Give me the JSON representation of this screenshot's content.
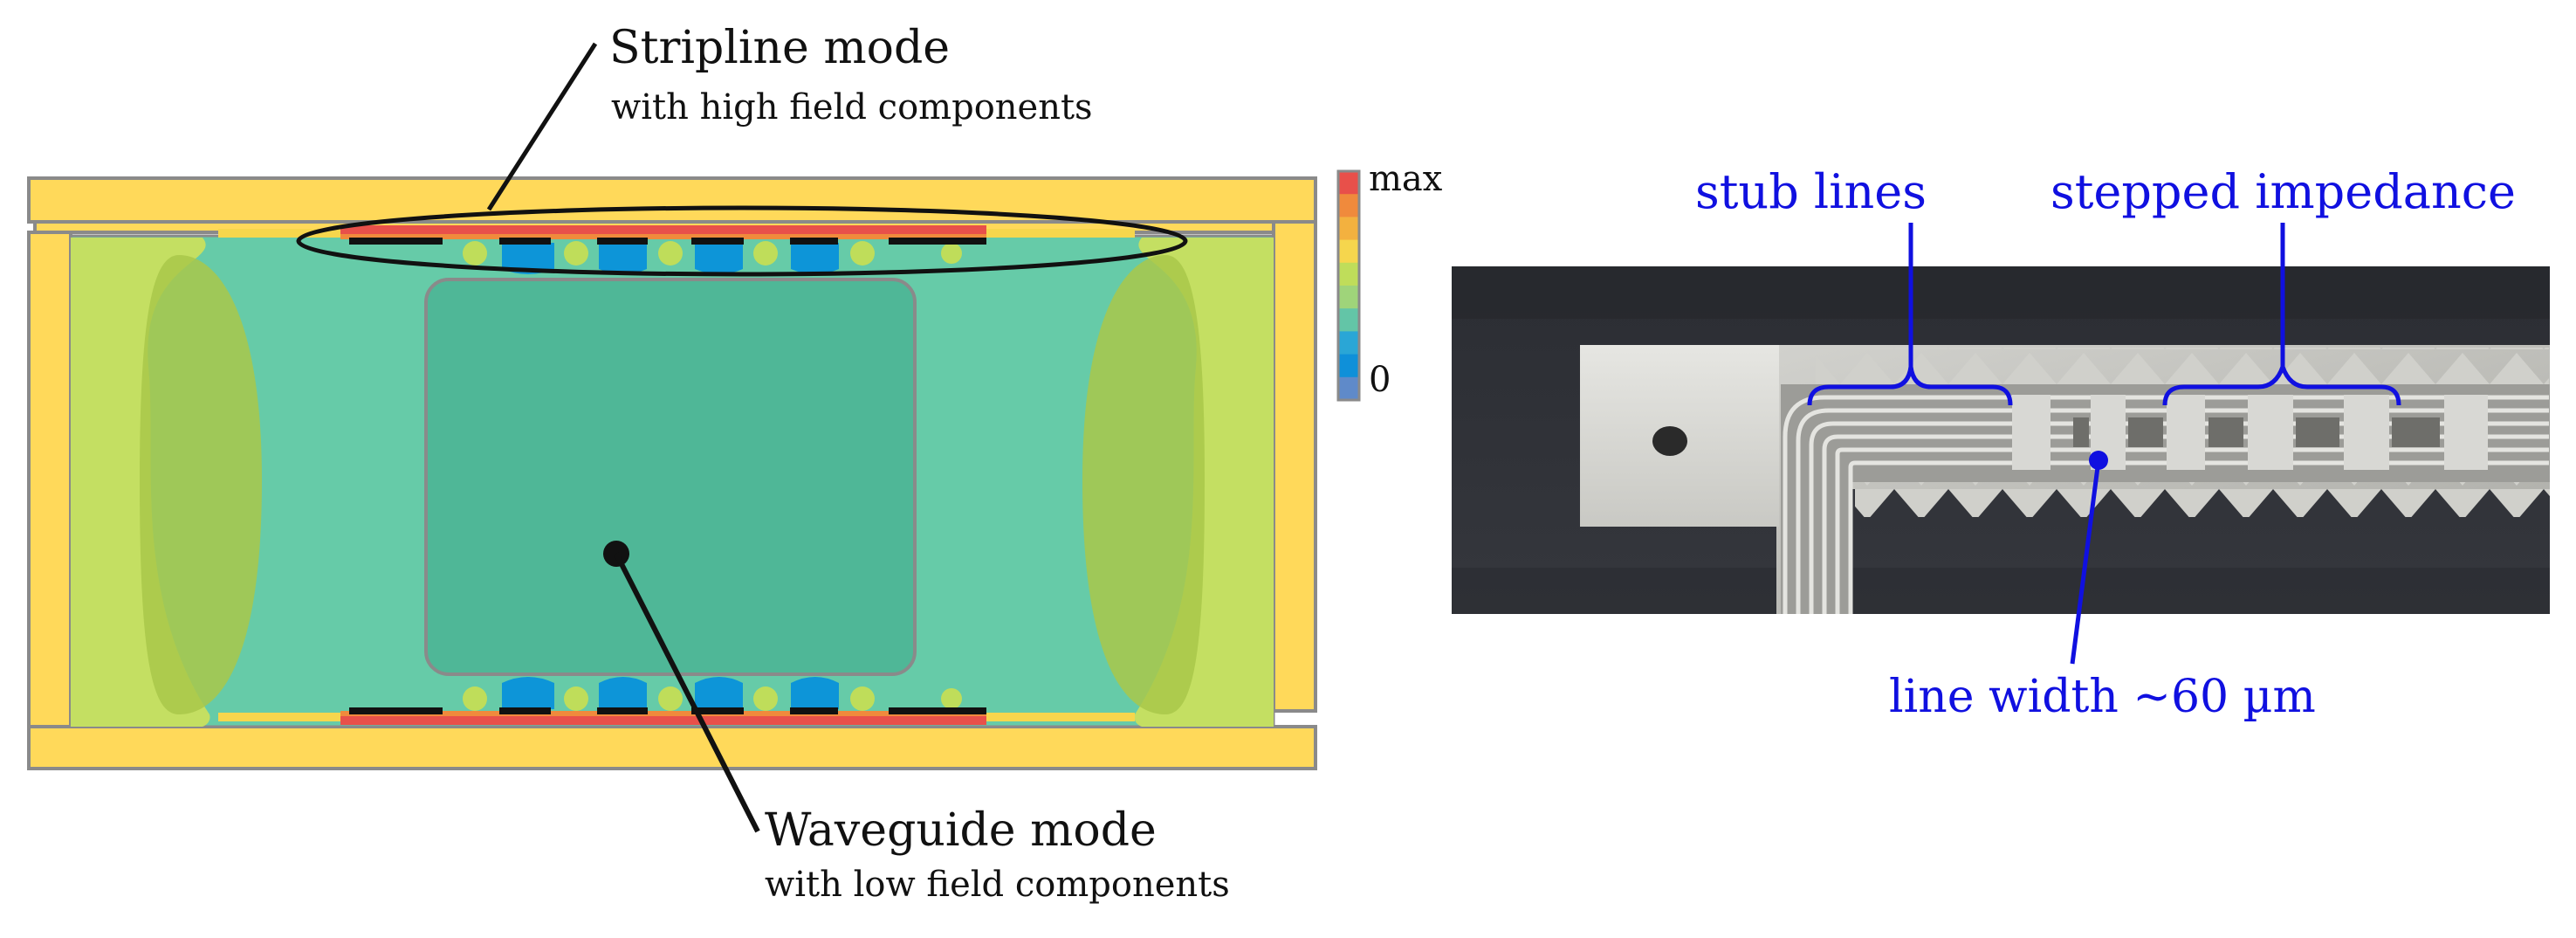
{
  "left_panel": {
    "stripline_label": {
      "title": "Stripline mode",
      "subtitle": "with high field components"
    },
    "waveguide_label": {
      "title": "Waveguide mode",
      "subtitle": "with low field components"
    },
    "colorbar": {
      "max_label": "max",
      "min_label": "0",
      "colors": [
        "#e8504a",
        "#f08a3c",
        "#f3b13f",
        "#f6d64d",
        "#bfdd5a",
        "#9fd47a",
        "#63c5a7",
        "#2aa6d6",
        "#0f90d9",
        "#5f8ac9"
      ]
    },
    "colors": {
      "housing": "#ffd95a",
      "outline": "#8a8a8a",
      "side_field": "#b5d05a",
      "mid_field": "#66cba8",
      "center_field": "#4fb797",
      "high_field": "#e8504a",
      "low_field": "#0d95d8",
      "conductor": "#111111"
    }
  },
  "right_panel": {
    "labels": {
      "stub_lines": "stub lines",
      "stepped_impedance": "stepped impedance",
      "line_width": "line width ~60 µm"
    },
    "annotation_color": "#1010e0"
  }
}
